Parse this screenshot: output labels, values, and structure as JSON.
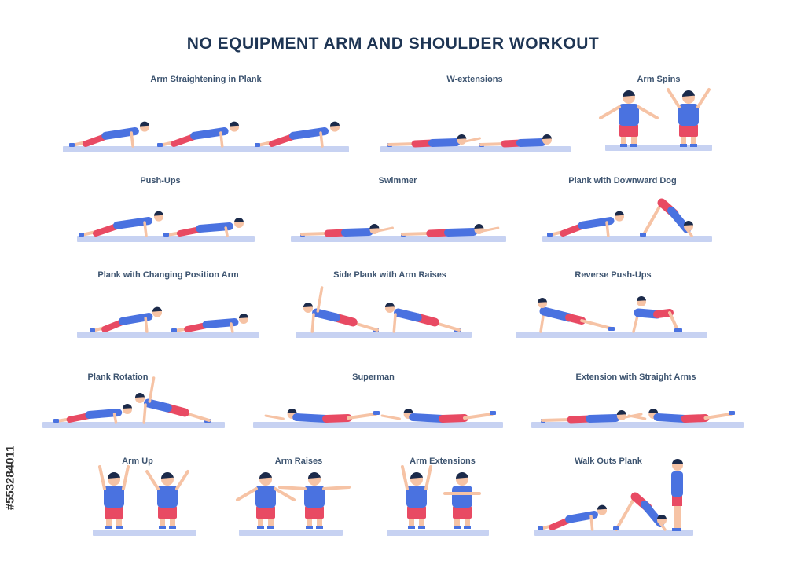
{
  "title": "NO EQUIPMENT ARM AND SHOULDER WORKOUT",
  "exercises": [
    {
      "name": "Arm Straightening in Plank"
    },
    {
      "name": "W-extensions"
    },
    {
      "name": "Arm Spins"
    },
    {
      "name": "Push-Ups"
    },
    {
      "name": "Swimmer"
    },
    {
      "name": "Plank with Downward Dog"
    },
    {
      "name": "Plank with Changing Position Arm"
    },
    {
      "name": "Side Plank with Arm Raises"
    },
    {
      "name": "Reverse Push-Ups"
    },
    {
      "name": "Plank Rotation"
    },
    {
      "name": "Superman"
    },
    {
      "name": "Extension with Straight Arms"
    },
    {
      "name": "Arm Up"
    },
    {
      "name": "Arm Raises"
    },
    {
      "name": "Arm Extensions"
    },
    {
      "name": "Walk Outs Plank"
    }
  ],
  "stock_id": "#553284011",
  "colors": {
    "shirt": "#4a72e0",
    "shorts": "#e84a63",
    "skin": "#f6c3a5",
    "hair": "#1b2a4a",
    "mat": "#c7d2f2",
    "title": "#1e3554",
    "label": "#3d5470"
  }
}
